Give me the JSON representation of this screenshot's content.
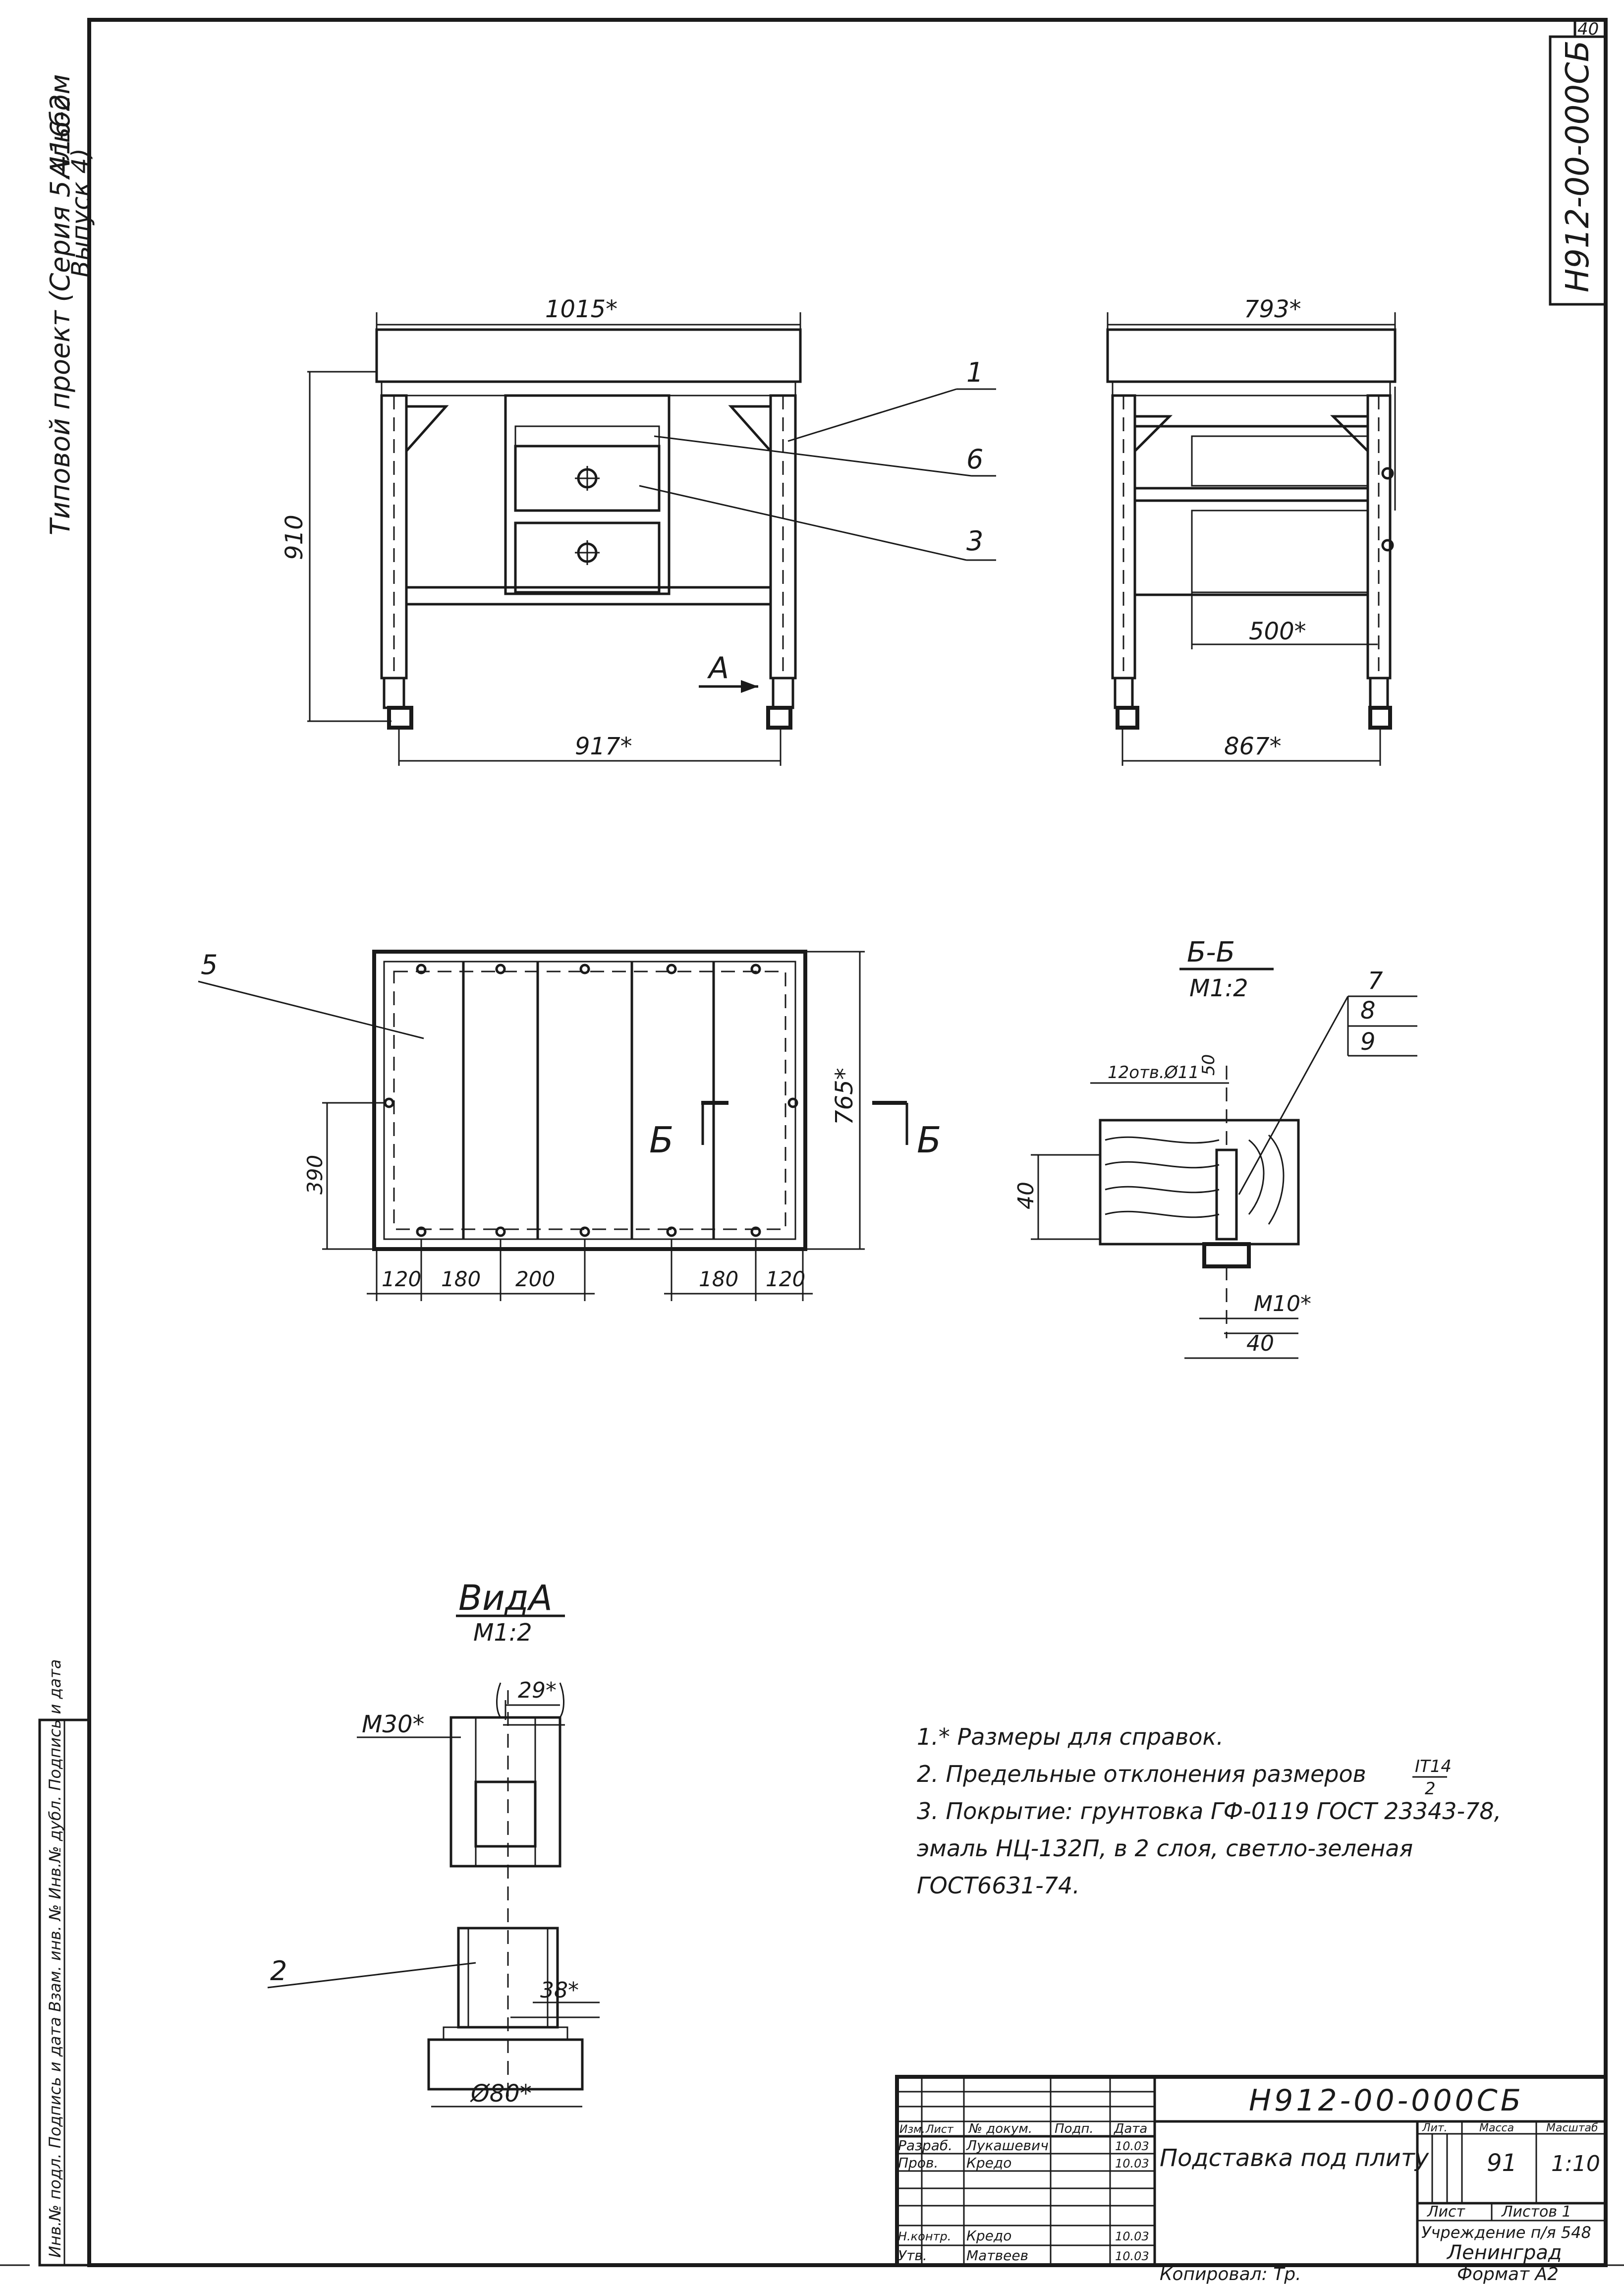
{
  "header": {
    "sheet_number": "40",
    "album_label": "Альбом",
    "project_label": "Типовой проект (Серия 5.416-2",
    "issue_label": "Выпуск 4)",
    "designation_vertical": "Н912-00-000СБ"
  },
  "front_view": {
    "width_label": "1015*",
    "height_label": "910",
    "base_label": "917*",
    "view_arrow_label": "А",
    "callouts": [
      "1",
      "6",
      "3"
    ]
  },
  "side_view": {
    "width_label": "793*",
    "inner_label": "500*",
    "base_label": "867*"
  },
  "plan_view": {
    "callout": "5",
    "depth_label": "765*",
    "offset_label": "390",
    "section_mark": "Б",
    "bottom_dims": [
      "120",
      "180",
      "200",
      "180",
      "120"
    ]
  },
  "section_bb": {
    "title": "Б-Б",
    "scale": "М1:2",
    "holes_label": "12отв.Ø11",
    "depth_small": "50",
    "thickness_label": "40",
    "bolt_label": "М10*",
    "offset_label": "40",
    "callouts": [
      "7",
      "8",
      "9"
    ]
  },
  "view_a": {
    "title": "ВидА",
    "scale": "М1:2",
    "thread_label": "М30*",
    "width_top": "29*",
    "width_mid": "38*",
    "diameter_label": "Ø80*",
    "callout": "2"
  },
  "notes": {
    "line1": "1.* Размеры для справок.",
    "line2_a": "2. Предельные отклонения размеров",
    "line2_frac_num": "IT14",
    "line2_frac_den": "2",
    "line3": "3. Покрытие: грунтовка ГФ-0119 ГОСТ 23343-78,",
    "line4": "эмаль НЦ-132П, в 2 слоя, светло-зеленая",
    "line5": "ГОСТ6631-74."
  },
  "stamp": {
    "designation": "Н912-00-000СБ",
    "title": "Подставка под плиту",
    "col_headers": [
      "Изм.",
      "Лист",
      "№ докум.",
      "Подп.",
      "Дата"
    ],
    "rows": [
      {
        "role": "Разраб.",
        "name": "Лукашевич",
        "date": "10.03"
      },
      {
        "role": "Пров.",
        "name": "Кредо",
        "date": "10.03"
      },
      {
        "role": "Н.контр.",
        "name": "Кредо",
        "date": "10.03"
      },
      {
        "role": "Утв.",
        "name": "Матвеев",
        "date": "10.03"
      }
    ],
    "lit_header": "Лит.",
    "mass_header": "Масса",
    "scale_header": "Масштаб",
    "mass_value": "91",
    "scale_value": "1:10",
    "sheet_label": "Лист",
    "sheets_label": "Листов 1",
    "org_line1": "Учреждение п/я 548",
    "org_line2": "Ленинград",
    "copied_label": "Копировал: Тр.",
    "format_label": "Формат А2"
  },
  "left_margin_text": "Инв.№ подл. Подпись и дата Взам. инв. № Инв.№ дубл. Подпись и дата"
}
